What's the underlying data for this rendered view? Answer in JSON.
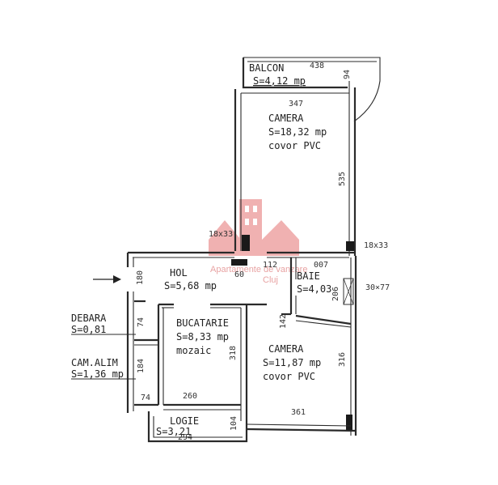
{
  "rooms": {
    "balcon": {
      "name": "BALCON",
      "area": "S=4,12 mp"
    },
    "camera1": {
      "name": "CAMERA",
      "area": "S=18,32 mp",
      "floor": "covor PVC"
    },
    "hol": {
      "name": "HOL",
      "area": "S=5,68 mp"
    },
    "baie": {
      "name": "BAIE",
      "area": "S=4,03"
    },
    "bucatarie": {
      "name": "BUCATARIE",
      "area": "S=8,33 mp",
      "floor": "mozaic"
    },
    "camera2": {
      "name": "CAMERA",
      "area": "S=11,87 mp",
      "floor": "covor PVC"
    },
    "debara": {
      "name": "DEBARA",
      "area": "S=0,81"
    },
    "cam_alim": {
      "name": "CAM.ALIM",
      "area": "S=1,36 mp"
    },
    "logie": {
      "name": "LOGIE",
      "area": "S=3,21"
    }
  },
  "dimensions": {
    "balcon_width": "438",
    "camera1_width": "347",
    "camera1_height": "535",
    "side_94": "94",
    "shaft_left": "18x33",
    "shaft_right": "18x33",
    "door_112": "112",
    "door_60": "60",
    "baie_007": "007",
    "window_30x77": "30×77",
    "hol_180": "180",
    "baie_206": "206",
    "dim_142": "142",
    "bucatarie_318": "318",
    "camera2_316": "316",
    "camera2_361": "361",
    "kitchen_260": "260",
    "dim_74": "74",
    "dim_184": "184",
    "debara_74": "74",
    "logie_294": "294",
    "logie_104": "104"
  },
  "watermark": {
    "line1": "Apartamente de vanzare",
    "line2": "Cluj",
    "color": "#e57373"
  }
}
